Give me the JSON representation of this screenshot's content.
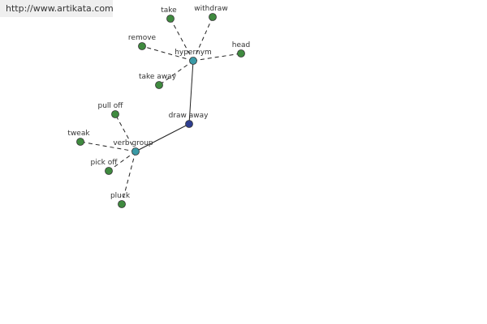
{
  "watermark": "http://www.artikata.com",
  "colors": {
    "leaf": "#3f8a3f",
    "hub": "#3a9aa6",
    "root": "#2e3e8f"
  },
  "graph": {
    "nodes": [
      {
        "id": "draw-away",
        "label": "draw away",
        "kind": "root"
      },
      {
        "id": "hypernym",
        "label": "hypernym",
        "kind": "hub"
      },
      {
        "id": "verb-group",
        "label": "verb group",
        "kind": "hub"
      },
      {
        "id": "take",
        "label": "take",
        "kind": "leaf"
      },
      {
        "id": "withdraw",
        "label": "withdraw",
        "kind": "leaf"
      },
      {
        "id": "remove",
        "label": "remove",
        "kind": "leaf"
      },
      {
        "id": "head",
        "label": "head",
        "kind": "leaf"
      },
      {
        "id": "take-away",
        "label": "take away",
        "kind": "leaf"
      },
      {
        "id": "pull-off",
        "label": "pull off",
        "kind": "leaf"
      },
      {
        "id": "tweak",
        "label": "tweak",
        "kind": "leaf"
      },
      {
        "id": "pick-off",
        "label": "pick off",
        "kind": "leaf"
      },
      {
        "id": "pluck",
        "label": "pluck",
        "kind": "leaf"
      }
    ],
    "edges": [
      {
        "from": "draw-away",
        "to": "hypernym",
        "style": "solid"
      },
      {
        "from": "draw-away",
        "to": "verb-group",
        "style": "solid"
      },
      {
        "from": "hypernym",
        "to": "take",
        "style": "dashed"
      },
      {
        "from": "hypernym",
        "to": "withdraw",
        "style": "dashed"
      },
      {
        "from": "hypernym",
        "to": "remove",
        "style": "dashed"
      },
      {
        "from": "hypernym",
        "to": "head",
        "style": "dashed"
      },
      {
        "from": "hypernym",
        "to": "take-away",
        "style": "dashed"
      },
      {
        "from": "verb-group",
        "to": "pull-off",
        "style": "dashed"
      },
      {
        "from": "verb-group",
        "to": "tweak",
        "style": "dashed"
      },
      {
        "from": "verb-group",
        "to": "pick-off",
        "style": "dashed"
      },
      {
        "from": "verb-group",
        "to": "pluck",
        "style": "dashed"
      }
    ]
  }
}
